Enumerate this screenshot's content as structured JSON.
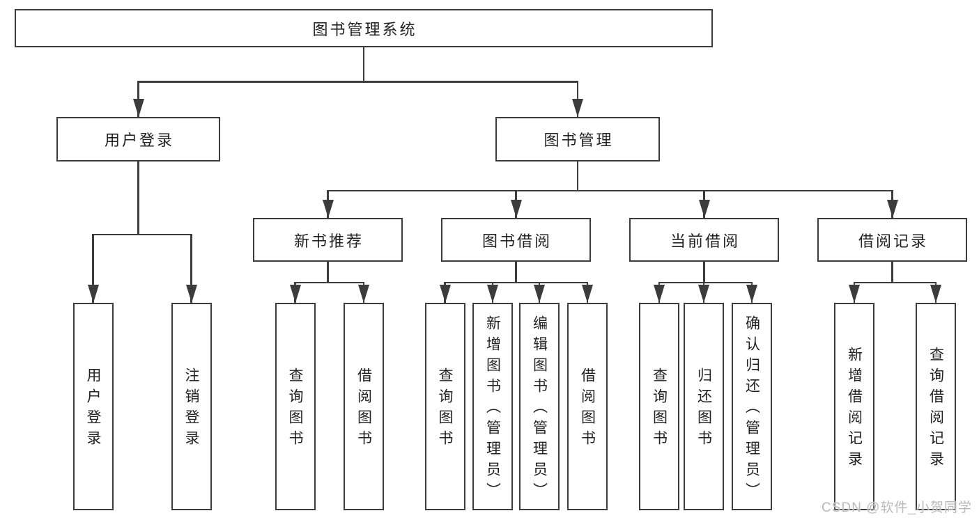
{
  "diagram": {
    "type": "hierarchy-tree",
    "title": "图书管理系统",
    "hierarchy": {
      "图书管理系统": {
        "用户登录": [
          "用户登录",
          "注销登录"
        ],
        "图书管理": {
          "新书推荐": [
            "查询图书",
            "借阅图书"
          ],
          "图书借阅": [
            "查询图书",
            "新增图书（管理员）",
            "编辑图书（管理员）",
            "借阅图书"
          ],
          "当前借阅": [
            "查询图书",
            "归还图书",
            "确认归还（管理员）"
          ],
          "借阅记录": [
            "新增借阅记录",
            "查询借阅记录"
          ]
        }
      }
    }
  },
  "nodes": {
    "root": {
      "label": "图书管理系统"
    },
    "userLogin": {
      "label": "用户登录"
    },
    "bookManagement": {
      "label": "图书管理"
    },
    "newBookRecommend": {
      "label": "新书推荐"
    },
    "bookBorrowing": {
      "label": "图书借阅"
    },
    "currentBorrowing": {
      "label": "当前借阅"
    },
    "borrowingRecords": {
      "label": "借阅记录"
    },
    "loginUser": {
      "label": "用户登录"
    },
    "logoutUser": {
      "label": "注销登录"
    },
    "nbQueryBooks": {
      "label": "查询图书"
    },
    "nbBorrowBooks": {
      "label": "借阅图书"
    },
    "bbQueryBooks": {
      "label": "查询图书"
    },
    "bbAddBooks": {
      "label": "新增图书（管理员）"
    },
    "bbEditBooks": {
      "label": "编辑图书（管理员）"
    },
    "bbBorrowBooks": {
      "label": "借阅图书"
    },
    "cbQueryBooks": {
      "label": "查询图书"
    },
    "cbReturnBooks": {
      "label": "归还图书"
    },
    "cbConfirmReturn": {
      "label": "确认归还（管理员）"
    },
    "brAddRecord": {
      "label": "新增借阅记录"
    },
    "brQueryRecord": {
      "label": "查询借阅记录"
    }
  },
  "watermark": {
    "text": "CSDN @软件_小贺同学"
  },
  "colors": {
    "line": "#3c3c3c",
    "text": "#222222",
    "background": "#ffffff",
    "box_fill": "#ffffff",
    "watermark": "#b9b9b9"
  }
}
